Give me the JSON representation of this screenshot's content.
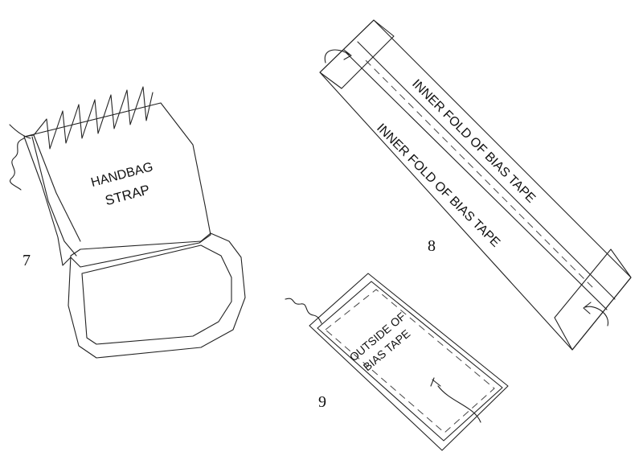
{
  "steps": {
    "step7": {
      "number": "7",
      "label_line1": "HANDBAG",
      "label_line2": "STRAP"
    },
    "step8": {
      "number": "8",
      "label_top": "INNER FOLD  OF BIAS TAPE",
      "label_bottom": "INNER FOLD  OF BIAS TAPE"
    },
    "step9": {
      "number": "9",
      "label_line1": "OUTSIDE OF",
      "label_line2": "BIAS TAPE"
    }
  }
}
